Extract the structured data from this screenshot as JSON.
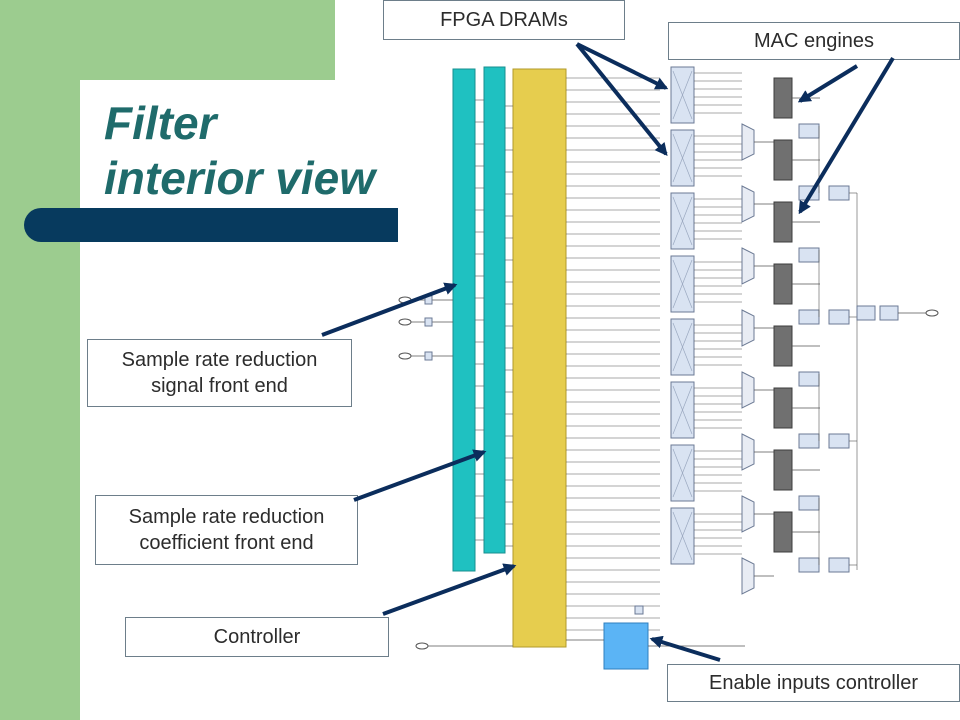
{
  "slide": {
    "title": "Filter\ninterior view",
    "colors": {
      "background_band": "#9ccc8f",
      "title_text": "#1f6b6b",
      "title_bar": "#073a5e",
      "arrow": "#0b2d5c",
      "bus_block": "#1fc1c1",
      "controller_block": "#e6cd4e",
      "mac_block": "#707070",
      "enable_block": "#5bb4f5"
    }
  },
  "callouts": {
    "fpga_drams": "FPGA DRAMs",
    "mac_engines": "MAC engines",
    "signal_front_end": "Sample rate reduction\nsignal front end",
    "coefficient_front_end": "Sample rate reduction\ncoefficient front end",
    "controller": "Controller",
    "enable_inputs_controller": "Enable inputs controller"
  },
  "diagram": {
    "dram_count": 8,
    "mux_count": 8,
    "mac_engine_count": 8,
    "adder_count": 4,
    "input_ports": 3,
    "icons": [
      "dram-block-icon",
      "mux-icon",
      "mac-engine-icon",
      "adder-icon",
      "port-icon",
      "arrow-icon"
    ]
  }
}
